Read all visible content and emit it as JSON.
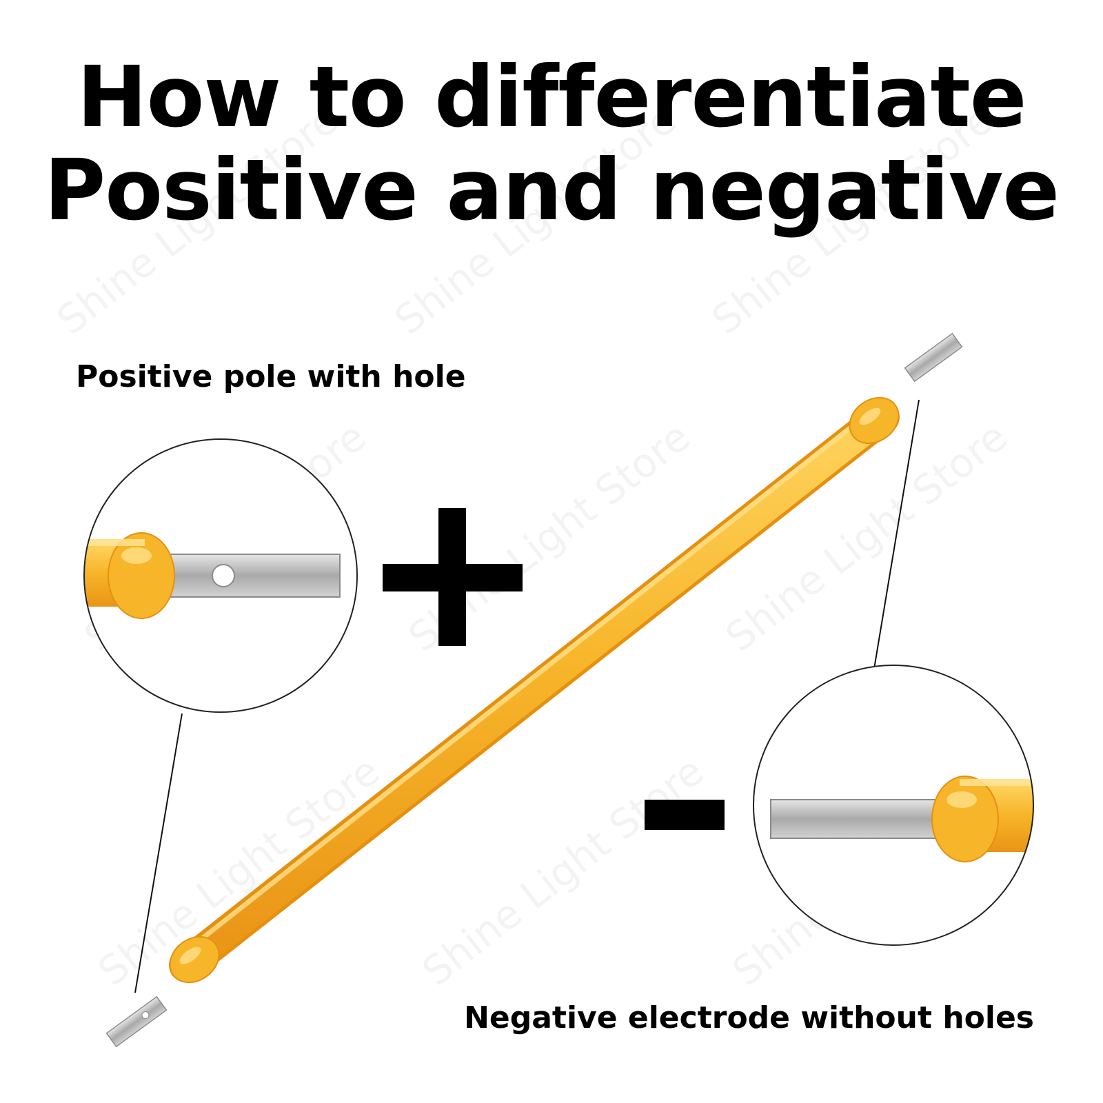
{
  "title": {
    "line1": "How to differentiate",
    "line2": "Positive and negative"
  },
  "labels": {
    "positive": "Positive pole with hole",
    "negative": "Negative electrode without holes"
  },
  "symbols": {
    "plus": "plus-sign-icon",
    "minus": "minus-sign-icon"
  },
  "watermark": "Shine Light Store",
  "colors": {
    "filament": "#f7b52a",
    "filament_dark": "#ec9a17",
    "filament_light": "#ffd35e",
    "metal": "#b8b8b8",
    "text": "#000000"
  }
}
